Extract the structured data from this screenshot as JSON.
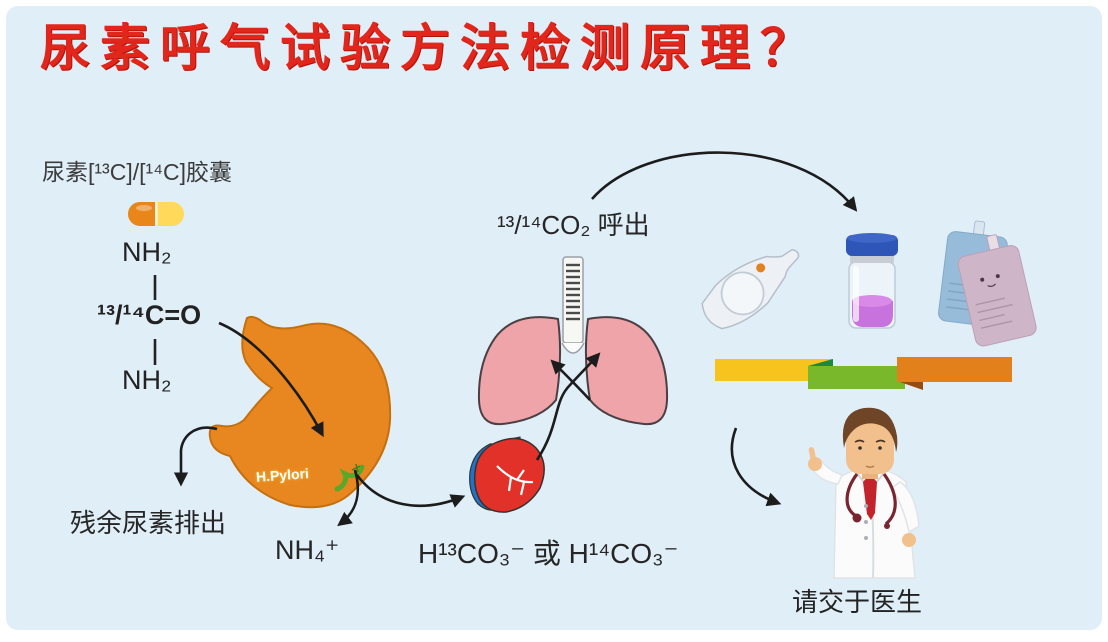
{
  "title": {
    "text": "尿素呼气试验方法检测原理？",
    "color": "#e2261b"
  },
  "capsule": {
    "label": "尿素[¹³C]/[¹⁴C]胶囊",
    "structure_top": "NH₂",
    "structure_center": "¹³/¹⁴C=O",
    "structure_bottom": "NH₂",
    "color_left": "#e8861a",
    "color_right": "#ffd95a"
  },
  "stomach": {
    "label": "H.Pylori",
    "fill": "#e8871f",
    "bacteria_color": "#58a82a"
  },
  "lungs": {
    "fill": "#efa4a9"
  },
  "heart": {
    "fill_red": "#e23128",
    "fill_blue": "#1f74c8"
  },
  "labels": {
    "residual_urea": "残余尿素排出",
    "ammonium": "NH₄⁺",
    "co2_exhaled": "¹³/¹⁴CO₂ 呼出",
    "bicarbonate": "H¹³CO₃⁻ 或 H¹⁴CO₃⁻",
    "doctor_caption": "请交于医生"
  },
  "collection": {
    "ribbon_colors": [
      "#f6c41c",
      "#79b82a",
      "#e2811c"
    ],
    "vial_cap_color": "#2e55b8",
    "vial_liquid_color": "#c873dd",
    "bag_colors": [
      "#96bcda",
      "#cfb5c8"
    ]
  },
  "background": {
    "panel": "#e0eef8",
    "frame": "#ffffff"
  }
}
